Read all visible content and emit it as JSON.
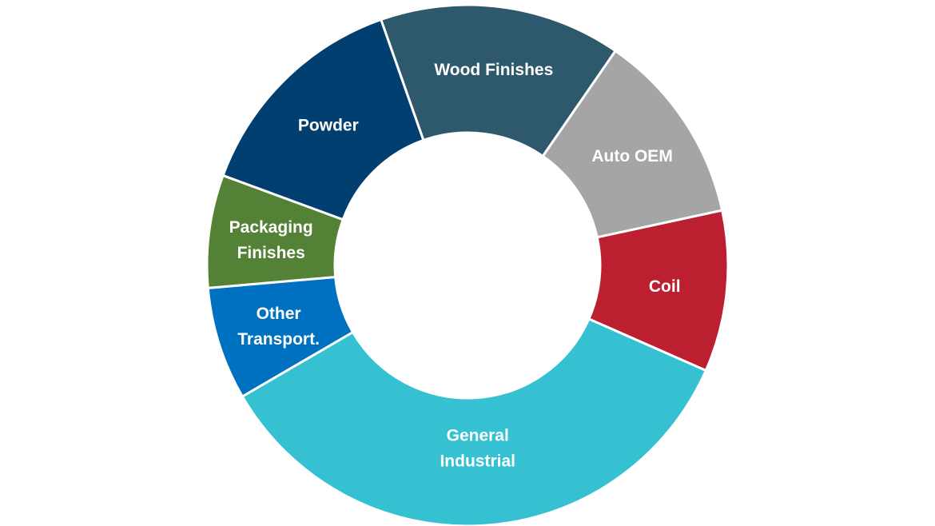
{
  "chart_data": {
    "type": "pie",
    "subtype": "donut",
    "title": "",
    "unit": "percent (estimated)",
    "slices": [
      {
        "label": "Wood Finishes",
        "lines": [
          "Wood Finishes"
        ],
        "value": 15,
        "color": "#2E586C"
      },
      {
        "label": "Auto OEM",
        "lines": [
          "Auto OEM"
        ],
        "value": 12,
        "color": "#A5A5A5"
      },
      {
        "label": "Coil",
        "lines": [
          "Coil"
        ],
        "value": 10,
        "color": "#BC1F2F"
      },
      {
        "label": "General Industrial",
        "lines": [
          "General",
          "Industrial"
        ],
        "value": 35,
        "color": "#35C1D1"
      },
      {
        "label": "Other Transport.",
        "lines": [
          "Other",
          "Transport."
        ],
        "value": 7,
        "color": "#0070C0"
      },
      {
        "label": "Packaging Finishes",
        "lines": [
          "Packaging",
          "Finishes"
        ],
        "value": 7,
        "color": "#538135"
      },
      {
        "label": "Powder",
        "lines": [
          "Powder"
        ],
        "value": 14,
        "color": "#003F6F"
      }
    ],
    "legend": "none"
  }
}
